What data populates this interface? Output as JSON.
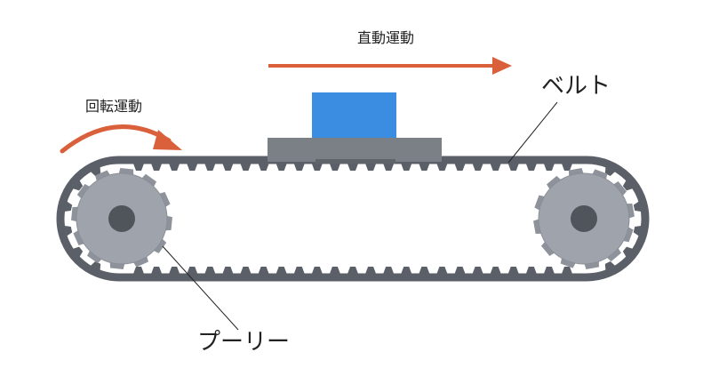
{
  "labels": {
    "linear_motion": "直動運動",
    "rotary_motion": "回転運動",
    "belt": "ベルト",
    "pulley": "プーリー"
  },
  "colors": {
    "background": "#ffffff",
    "arrow": "#d9603b",
    "block": "#3a8de0",
    "carriage": "#7b7f86",
    "carriage_shadow": "#5f636a",
    "belt": "#5b6068",
    "pulley_body": "#9fa3ab",
    "pulley_teeth": "#8e929b",
    "pulley_hub": "#50545b",
    "leader_line": "#222222"
  },
  "icons": {
    "linear_arrow": "straight-arrow-right",
    "rotary_arrow": "curved-arrow-clockwise"
  },
  "pulleys": {
    "count": 2,
    "teeth_per_pulley": 12
  },
  "belt": {
    "teeth_per_run": 25
  }
}
